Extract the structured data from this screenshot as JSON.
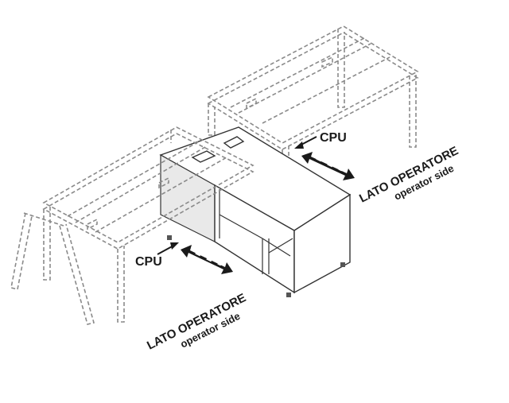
{
  "labels": {
    "cpu_top": "CPU",
    "cpu_bottom": "CPU",
    "top_side_main": "LATO OPERATORE",
    "top_side_sub": "operator side",
    "bottom_side_main": "LATO OPERATORE",
    "bottom_side_sub": "operator side"
  },
  "colors": {
    "ink": "#1a1a1a",
    "dashed_outline": "#8a8a8a",
    "panel_grey": "#e9e9e9"
  }
}
